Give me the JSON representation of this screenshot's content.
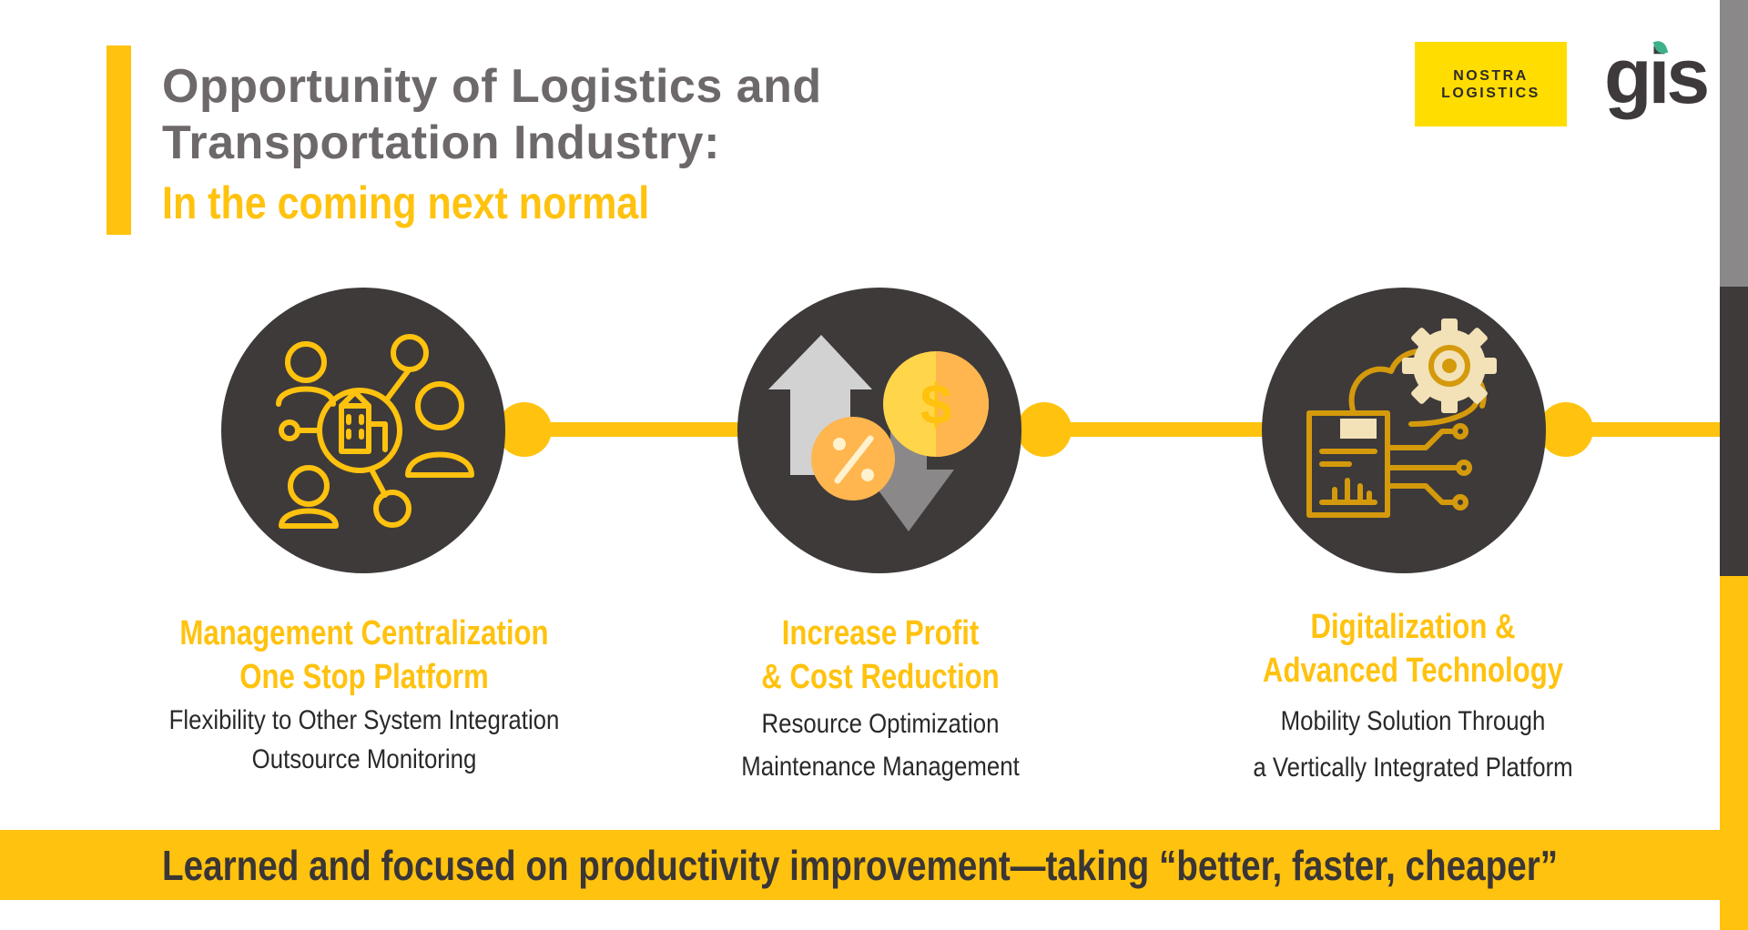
{
  "slide": {
    "title_line1": "Opportunity of Logistics and",
    "title_line2": "Transportation Industry:",
    "subtitle": "In the coming next normal"
  },
  "logos": {
    "nostra_line1": "NOSTRA",
    "nostra_line2": "LOGISTICS",
    "gis": "gis"
  },
  "pillars": [
    {
      "icon": "network-people-building-icon",
      "heading_line1": "Management Centralization",
      "heading_line2": "One Stop Platform",
      "body_line1": "Flexibility to Other System Integration",
      "body_line2": "Outsource Monitoring"
    },
    {
      "icon": "profit-cost-arrows-icon",
      "heading_line1": "Increase Profit",
      "heading_line2": "& Cost Reduction",
      "body_line1": "Resource Optimization",
      "body_line2": "Maintenance Management"
    },
    {
      "icon": "cloud-gear-circuit-icon",
      "heading_line1": "Digitalization &",
      "heading_line2": "Advanced Technology",
      "body_line1": "Mobility Solution Through",
      "body_line2": "a Vertically Integrated Platform"
    }
  ],
  "banner": {
    "text": "Learned and focused on productivity improvement—taking “better, faster, cheaper”"
  },
  "colors": {
    "accent": "#ffc20e",
    "title_grey": "#6d6869",
    "circle_dark": "#3e3a3a"
  }
}
